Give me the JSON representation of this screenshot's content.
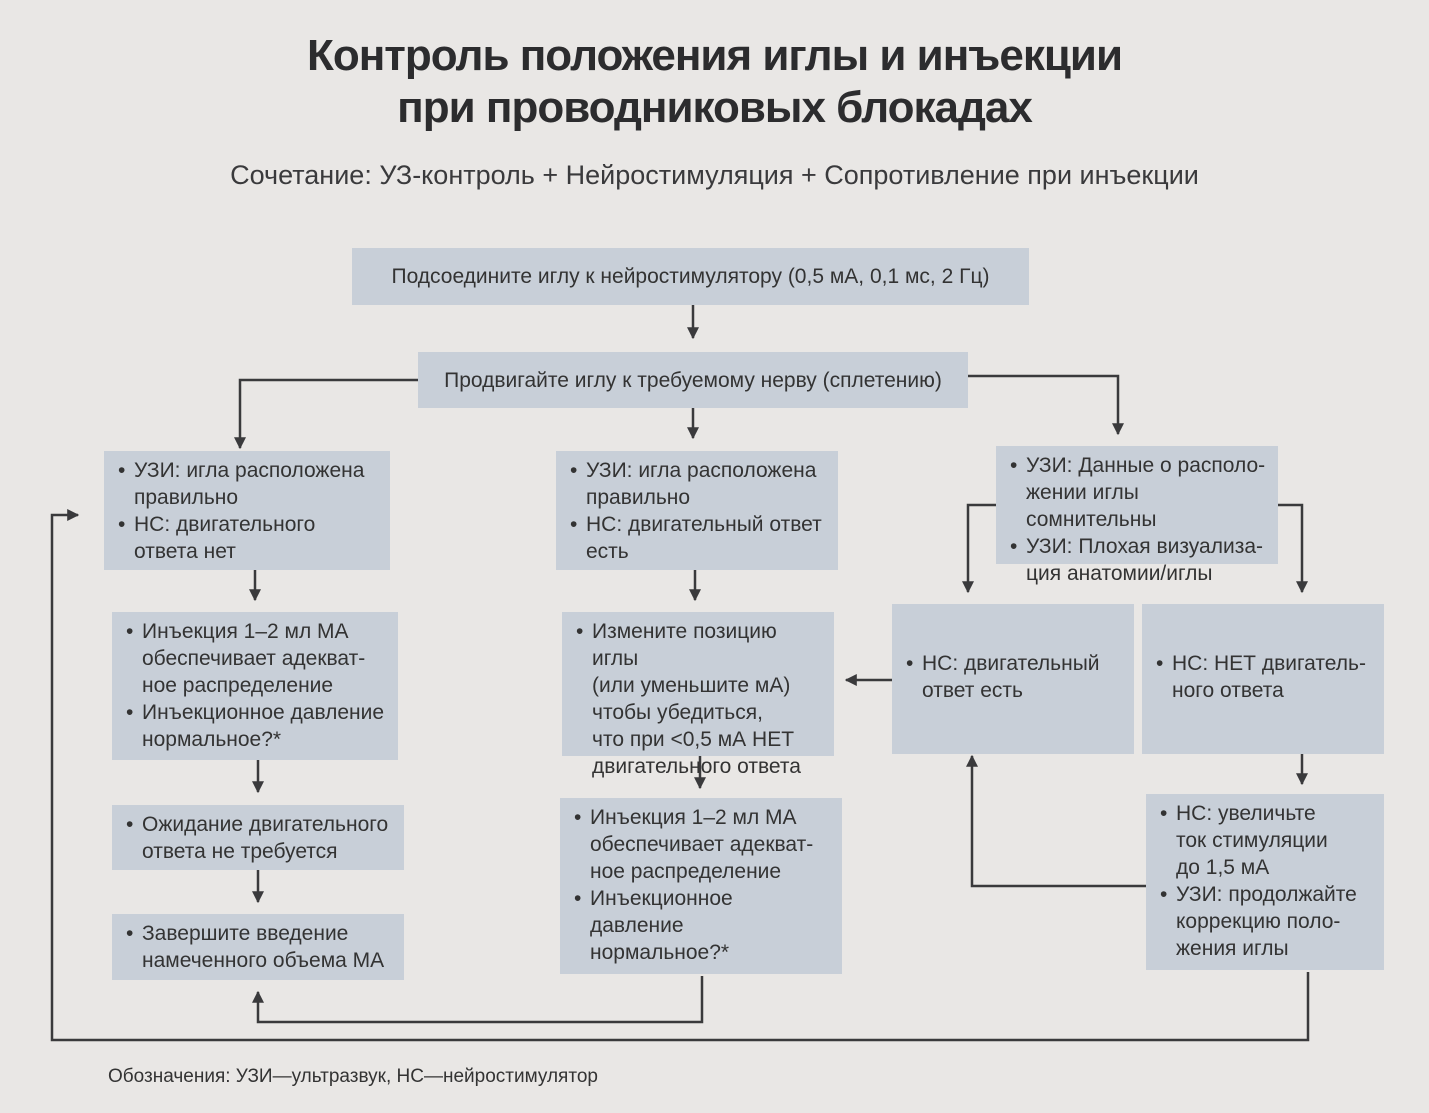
{
  "title": {
    "line1": "Контроль положения иглы и инъекции",
    "line2": "при проводниковых блокадах"
  },
  "subtitle": "Сочетание: УЗ-контроль + Нейростимуляция + Сопротивление при инъекции",
  "boxes": {
    "connect": "Подсоедините иглу к нейростимулятору (0,5 мА, 0,1 мс, 2 Гц)",
    "advance": "Продвигайте иглу к требуемому нерву (сплетению)",
    "left_us_ok": [
      "УЗИ: игла расположена\nправильно",
      "НС: двигательного\nответа нет"
    ],
    "left_injection": [
      "Инъекция 1–2 мл МА\nобеспечивает адекват-\nное распределение",
      "Инъекционное давление\nнормальное?*"
    ],
    "left_wait": [
      "Ожидание двигательного\nответа не требуется"
    ],
    "left_finish": [
      "Завершите введение\nнамеченного объема МА"
    ],
    "mid_us_ok": [
      "УЗИ: игла расположена\nправильно",
      "НС: двигательный ответ\nесть"
    ],
    "mid_change": [
      "Измените позицию иглы\n(или уменьшите мА)\nчтобы убедиться,\nчто при <0,5 мА НЕТ\nдвигательного ответа"
    ],
    "mid_injection": [
      "Инъекция 1–2 мл МА\nобеспечивает адекват-\nное распределение",
      "Инъекционное давление\nнормальное?*"
    ],
    "right_doubt": [
      "УЗИ: Данные о располо-\nжении иглы сомнительны",
      "УЗИ: Плохая визуализа-\nция анатомии/иглы"
    ],
    "right_ns_yes": [
      "НС: двигательный\nответ есть"
    ],
    "right_ns_no": [
      "НС: НЕТ двигатель-\nного ответа"
    ],
    "right_increase": [
      "НС: увеличьте\nток стимуляции\nдо 1,5 мА",
      "УЗИ: продолжайте\nкоррекцию поло-\nжения иглы"
    ]
  },
  "legend": "Обозначения: УЗИ—ультразвук, НС—нейростимулятор",
  "bullet": "•"
}
